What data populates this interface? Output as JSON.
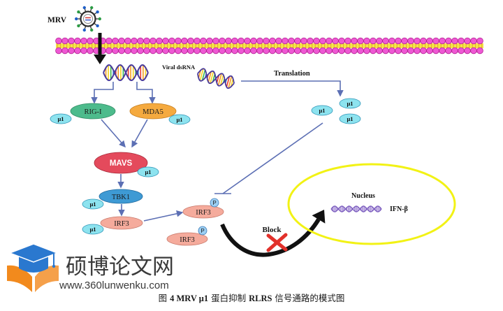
{
  "figure": {
    "virus_label": "MRV",
    "viral_rna_label": "Viral dsRNA",
    "translation_label": "Translation",
    "block_label": "Block"
  },
  "proteins": {
    "rig_i": "RIG-I",
    "mda5": "MDA5",
    "mavs": "MAVS",
    "tbk1": "TBK1",
    "irf3": "IRF3",
    "phospho": "P",
    "mu1": "μ1"
  },
  "nucleus": {
    "label": "Nucleus",
    "gene": "IFN-β"
  },
  "watermark": {
    "site_name": "硕博论文网",
    "url": "www.360lunwenku.com"
  },
  "caption": {
    "prefix": "图",
    "figure_id": "4 MRV μ1",
    "text_1": "蛋白抑制",
    "pathway": "RLRS",
    "text_2": "信号通路的模式图"
  },
  "colors": {
    "arrow": "#5c6fb4",
    "rig_i": "#4dbb8c",
    "mda5": "#f5aa3f",
    "mavs": "#e44a5c",
    "tbk1": "#3e9ad4",
    "irf3": "#f5ab9c",
    "mu1": "#8de3ef",
    "phospho": "#9ccff3",
    "nucleus_border": "#f2f215",
    "block_arrow": "#111111",
    "block_x": "#e2302a",
    "membrane_head": "#ee58d4",
    "dna_strand": "#4a3b9c",
    "dna_rungs": [
      "#e8392b",
      "#f39c1f",
      "#f4d31c",
      "#3bb54a",
      "#2f7fd6"
    ],
    "nucleus_dna": "#7d5fbf",
    "logo_blue": "#2a78cf",
    "logo_orange": "#f28a1d"
  }
}
